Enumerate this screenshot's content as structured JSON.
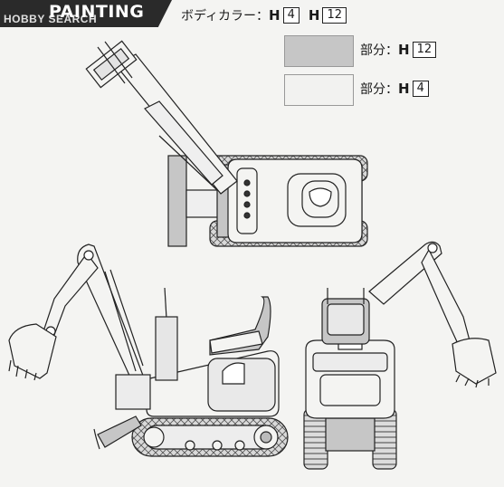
{
  "header": {
    "title": "PAINTING",
    "watermark": "HOBBY SEARCH"
  },
  "body_color": {
    "label": "ボディカラー：",
    "codes": [
      {
        "letter": "H",
        "number": "4"
      },
      {
        "letter": "H",
        "number": "12"
      }
    ]
  },
  "parts": [
    {
      "label": "部分：",
      "letter": "H",
      "number": "12",
      "swatch_color": "#c6c6c6"
    },
    {
      "label": "部分：",
      "letter": "H",
      "number": "4",
      "swatch_color": "#f2f2f0"
    }
  ]
}
